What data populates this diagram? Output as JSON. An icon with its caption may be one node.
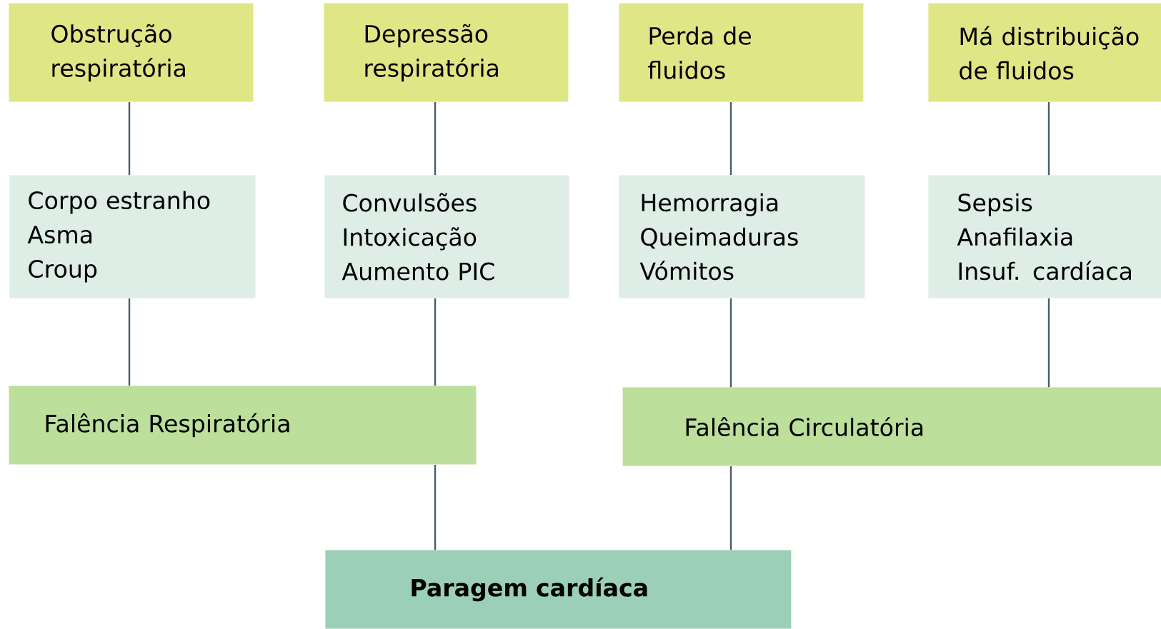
{
  "diagram": {
    "nodes": [
      {
        "text": [
          "Obstrução respiratória"
        ]
      },
      {
        "text": [
          "Depressão respiratória"
        ]
      },
      {
        "text": [
          "Perda de fluidos"
        ]
      },
      {
        "text": [
          "Má distribuição de fluidos"
        ]
      },
      {
        "text": [
          "Corpo estranho",
          "Asma",
          "Croup"
        ]
      },
      {
        "text": [
          "Convulsões",
          "Intoxicação",
          "Aumento PIC"
        ]
      },
      {
        "text": [
          "Hemorragia",
          "Queimaduras",
          "Vómitos"
        ]
      },
      {
        "text": [
          "Sepsis",
          "Anafilaxia",
          "Insuf. cardíaca"
        ]
      },
      {
        "text": [
          "Falência Respiratória"
        ]
      },
      {
        "text": [
          "Falência Circulatória"
        ]
      },
      {
        "text": [
          "**Paragem cardíaca**"
        ]
      }
    ],
    "edges": [
      {
        "from": 0,
        "to": 4,
        "arrow": "none"
      },
      {
        "from": 1,
        "to": 5,
        "arrow": "none"
      },
      {
        "from": 2,
        "to": 6,
        "arrow": "none"
      },
      {
        "from": 3,
        "to": 7,
        "arrow": "none"
      },
      {
        "from": 4,
        "to": 8,
        "arrow": "none"
      },
      {
        "from": 5,
        "to": 8,
        "arrow": "none"
      },
      {
        "from": 6,
        "to": 9,
        "arrow": "none"
      },
      {
        "from": 7,
        "to": 9,
        "arrow": "none"
      },
      {
        "from": 8,
        "to": 10,
        "arrow": "none"
      },
      {
        "from": 9,
        "to": 10,
        "arrow": "none"
      }
    ]
  }
}
